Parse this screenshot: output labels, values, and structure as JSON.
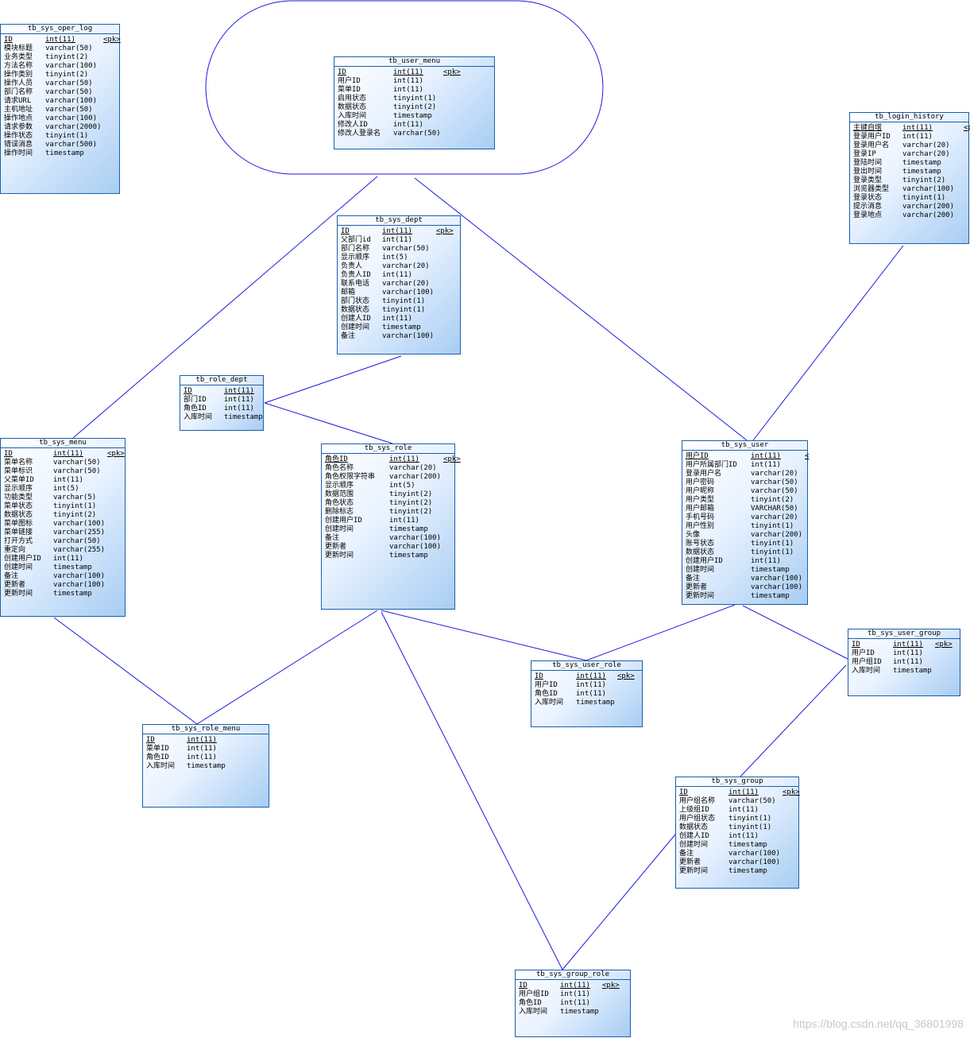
{
  "tables": [
    {
      "id": "oper_log",
      "name": "tb_sys_oper_log",
      "pk": "<pk>",
      "cols": [
        [
          "ID",
          "int(11)"
        ],
        [
          "模块标题",
          "varchar(50)"
        ],
        [
          "业务类型",
          "tinyint(2)"
        ],
        [
          "方法名称",
          "varchar(100)"
        ],
        [
          "操作类别",
          "tinyint(2)"
        ],
        [
          "操作人员",
          "varchar(50)"
        ],
        [
          "部门名称",
          "varchar(50)"
        ],
        [
          "请求URL",
          "varchar(100)"
        ],
        [
          "主机地址",
          "varchar(50)"
        ],
        [
          "操作地点",
          "varchar(100)"
        ],
        [
          "请求参数",
          "varchar(2000)"
        ],
        [
          "操作状态",
          "tinyint(1)"
        ],
        [
          "错误消息",
          "varchar(500)"
        ],
        [
          "操作时间",
          "timestamp"
        ]
      ]
    },
    {
      "id": "user_menu",
      "name": "tb_user_menu",
      "pk": "<pk>",
      "cols": [
        [
          "ID",
          "int(11)"
        ],
        [
          "用户ID",
          "int(11)"
        ],
        [
          "菜单ID",
          "int(11)"
        ],
        [
          "启用状态",
          "tinyint(1)"
        ],
        [
          "数据状态",
          "tinyint(2)"
        ],
        [
          "入库时间",
          "timestamp"
        ],
        [
          "修改人ID",
          "int(11)"
        ],
        [
          "修改人登录名",
          "varchar(50)"
        ]
      ]
    },
    {
      "id": "login_history",
      "name": "tb_login_history",
      "pk": "<pk>",
      "cols": [
        [
          "主键自增",
          "int(11)"
        ],
        [
          "登录用户ID",
          "int(11)"
        ],
        [
          "登录用户名",
          "varchar(20)"
        ],
        [
          "登录IP",
          "varchar(20)"
        ],
        [
          "登陆时间",
          "timestamp"
        ],
        [
          "登出时间",
          "timestamp"
        ],
        [
          "登录类型",
          "tinyint(2)"
        ],
        [
          "浏览器类型",
          "varchar(100)"
        ],
        [
          "登录状态",
          "tinyint(1)"
        ],
        [
          "提示消息",
          "varchar(200)"
        ],
        [
          "登录地点",
          "varchar(200)"
        ]
      ]
    },
    {
      "id": "dept",
      "name": "tb_sys_dept",
      "pk": "<pk>",
      "cols": [
        [
          "ID",
          "int(11)"
        ],
        [
          "父部门id",
          "int(11)"
        ],
        [
          "部门名称",
          "varchar(50)"
        ],
        [
          "显示顺序",
          "int(5)"
        ],
        [
          "负责人",
          "varchar(20)"
        ],
        [
          "负责人ID",
          "int(11)"
        ],
        [
          "联系电话",
          "varchar(20)"
        ],
        [
          "邮箱",
          "varchar(100)"
        ],
        [
          "部门状态",
          "tinyint(1)"
        ],
        [
          "数据状态",
          "tinyint(1)"
        ],
        [
          "创建人ID",
          "int(11)"
        ],
        [
          "创建时间",
          "timestamp"
        ],
        [
          "备注",
          "varchar(100)"
        ]
      ]
    },
    {
      "id": "role_dept",
      "name": "tb_role_dept",
      "pk": "",
      "cols": [
        [
          "ID",
          "int(11)"
        ],
        [
          "部门ID",
          "int(11)"
        ],
        [
          "角色ID",
          "int(11)"
        ],
        [
          "入库时间",
          "timestamp"
        ]
      ]
    },
    {
      "id": "menu",
      "name": "tb_sys_menu",
      "pk": "<pk>",
      "cols": [
        [
          "ID",
          "int(11)"
        ],
        [
          "菜单名称",
          "varchar(50)"
        ],
        [
          "菜单标识",
          "varchar(50)"
        ],
        [
          "父菜单ID",
          "int(11)"
        ],
        [
          "显示顺序",
          "int(5)"
        ],
        [
          "功能类型",
          "varchar(5)"
        ],
        [
          "菜单状态",
          "tinyint(1)"
        ],
        [
          "数据状态",
          "tinyint(2)"
        ],
        [
          "菜单图标",
          "varchar(100)"
        ],
        [
          "菜单链接",
          "varchar(255)"
        ],
        [
          "打开方式",
          "varchar(50)"
        ],
        [
          "重定向",
          "varchar(255)"
        ],
        [
          "创建用户ID",
          "int(11)"
        ],
        [
          "创建时间",
          "timestamp"
        ],
        [
          "备注",
          "varchar(100)"
        ],
        [
          "更新者",
          "varchar(100)"
        ],
        [
          "更新时间",
          "timestamp"
        ]
      ]
    },
    {
      "id": "role",
      "name": "tb_sys_role",
      "pk": "<pk>",
      "cols": [
        [
          "角色ID",
          "int(11)"
        ],
        [
          "角色名称",
          "varchar(20)"
        ],
        [
          "角色权限字符串",
          "varchar(200)"
        ],
        [
          "显示顺序",
          "int(5)"
        ],
        [
          "数据范围",
          "tinyint(2)"
        ],
        [
          "角色状态",
          "tinyint(2)"
        ],
        [
          "删除标志",
          "tinyint(2)"
        ],
        [
          "创建用户ID",
          "int(11)"
        ],
        [
          "创建时间",
          "timestamp"
        ],
        [
          "备注",
          "varchar(100)"
        ],
        [
          "更新者",
          "varchar(100)"
        ],
        [
          "更新时间",
          "timestamp"
        ]
      ]
    },
    {
      "id": "user",
      "name": "tb_sys_user",
      "pk": "<",
      "cols": [
        [
          "用户ID",
          "int(11)"
        ],
        [
          "用户所属部门ID",
          "int(11)"
        ],
        [
          "登录用户名",
          "varchar(20)"
        ],
        [
          "用户密码",
          "varchar(50)"
        ],
        [
          "用户昵称",
          "varchar(50)"
        ],
        [
          "用户类型",
          "tinyint(2)"
        ],
        [
          "用户邮箱",
          "VARCHAR(50)"
        ],
        [
          "手机号码",
          "varchar(20)"
        ],
        [
          "用户性别",
          "tinyint(1)"
        ],
        [
          "头像",
          "varchar(200)"
        ],
        [
          "账号状态",
          "tinyint(1)"
        ],
        [
          "数据状态",
          "tinyint(1)"
        ],
        [
          "创建用户ID",
          "int(11)"
        ],
        [
          "创建时间",
          "timestamp"
        ],
        [
          "备注",
          "varchar(100)"
        ],
        [
          "更新者",
          "varchar(100)"
        ],
        [
          "更新时间",
          "timestamp"
        ]
      ]
    },
    {
      "id": "user_group",
      "name": "tb_sys_user_group",
      "pk": "<pk>",
      "cols": [
        [
          "ID",
          "int(11)"
        ],
        [
          "用户ID",
          "int(11)"
        ],
        [
          "用户组ID",
          "int(11)"
        ],
        [
          "入库时间",
          "timestamp"
        ]
      ]
    },
    {
      "id": "user_role",
      "name": "tb_sys_user_role",
      "pk": "<pk>",
      "cols": [
        [
          "ID",
          "int(11)"
        ],
        [
          "用户ID",
          "int(11)"
        ],
        [
          "角色ID",
          "int(11)"
        ],
        [
          "入库时间",
          "timestamp"
        ]
      ]
    },
    {
      "id": "role_menu",
      "name": "tb_sys_role_menu",
      "pk": "",
      "cols": [
        [
          "ID",
          "int(11)"
        ],
        [
          "菜单ID",
          "int(11)"
        ],
        [
          "角色ID",
          "int(11)"
        ],
        [
          "入库时间",
          "timestamp"
        ]
      ]
    },
    {
      "id": "group",
      "name": "tb_sys_group",
      "pk": "<pk>",
      "cols": [
        [
          "ID",
          "int(11)"
        ],
        [
          "用户组名称",
          "varchar(50)"
        ],
        [
          "上级组ID",
          "int(11)"
        ],
        [
          "用户组状态",
          "tinyint(1)"
        ],
        [
          "数据状态",
          "tinyint(1)"
        ],
        [
          "创建人ID",
          "int(11)"
        ],
        [
          "创建时间",
          "timestamp"
        ],
        [
          "备注",
          "varchar(100)"
        ],
        [
          "更新者",
          "varchar(100)"
        ],
        [
          "更新时间",
          "timestamp"
        ]
      ]
    },
    {
      "id": "group_role",
      "name": "tb_sys_group_role",
      "pk": "<pk>",
      "cols": [
        [
          "ID",
          "int(11)"
        ],
        [
          "用户组ID",
          "int(11)"
        ],
        [
          "角色ID",
          "int(11)"
        ],
        [
          "入库时间",
          "timestamp"
        ]
      ]
    }
  ],
  "connectors": [
    [
      "user_menu",
      "menu"
    ],
    [
      "user_menu",
      "user"
    ],
    [
      "login_history",
      "user"
    ],
    [
      "dept",
      "role_dept"
    ],
    [
      "role_dept",
      "role"
    ],
    [
      "menu",
      "role_menu"
    ],
    [
      "role",
      "role_menu"
    ],
    [
      "role",
      "user_role"
    ],
    [
      "user",
      "user_role"
    ],
    [
      "user",
      "user_group"
    ],
    [
      "user_group",
      "group"
    ],
    [
      "role",
      "group_role"
    ],
    [
      "group",
      "group_role"
    ]
  ],
  "watermark": "https://blog.csdn.net/qq_36801998",
  "colors": {
    "line": "#1a1ae0",
    "border": "#1b5fa8"
  }
}
